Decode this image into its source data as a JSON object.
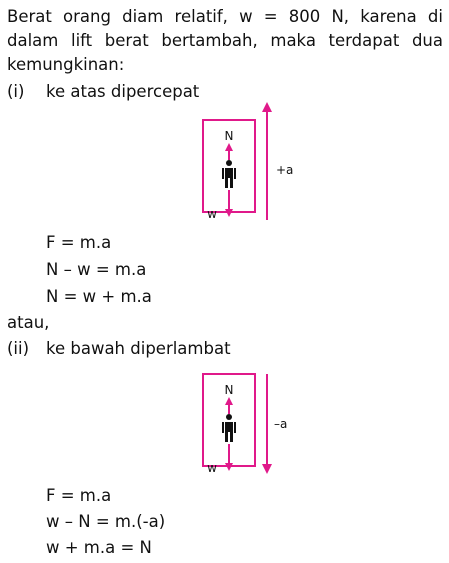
{
  "intro": "Berat orang diam relatif, w = 800 N, karena di dalam lift berat bertambah, maka terdapat dua kemungkinan:",
  "case1": {
    "num": "(i)",
    "title": "ke atas dipercepat",
    "labels": {
      "n": "N",
      "w": "w",
      "a": "+a"
    },
    "eqs": [
      "F = m.a",
      "N – w = m.a",
      "N = w + m.a"
    ]
  },
  "connector": "atau,",
  "case2": {
    "num": "(ii)",
    "title": "ke bawah diperlambat",
    "labels": {
      "n": "N",
      "w": "w",
      "a": "–a"
    },
    "eqs": [
      "F = m.a",
      "w – N = m.(-a)",
      "w + m.a = N"
    ]
  },
  "colors": {
    "accent": "#e0198a",
    "person": "#111111"
  }
}
